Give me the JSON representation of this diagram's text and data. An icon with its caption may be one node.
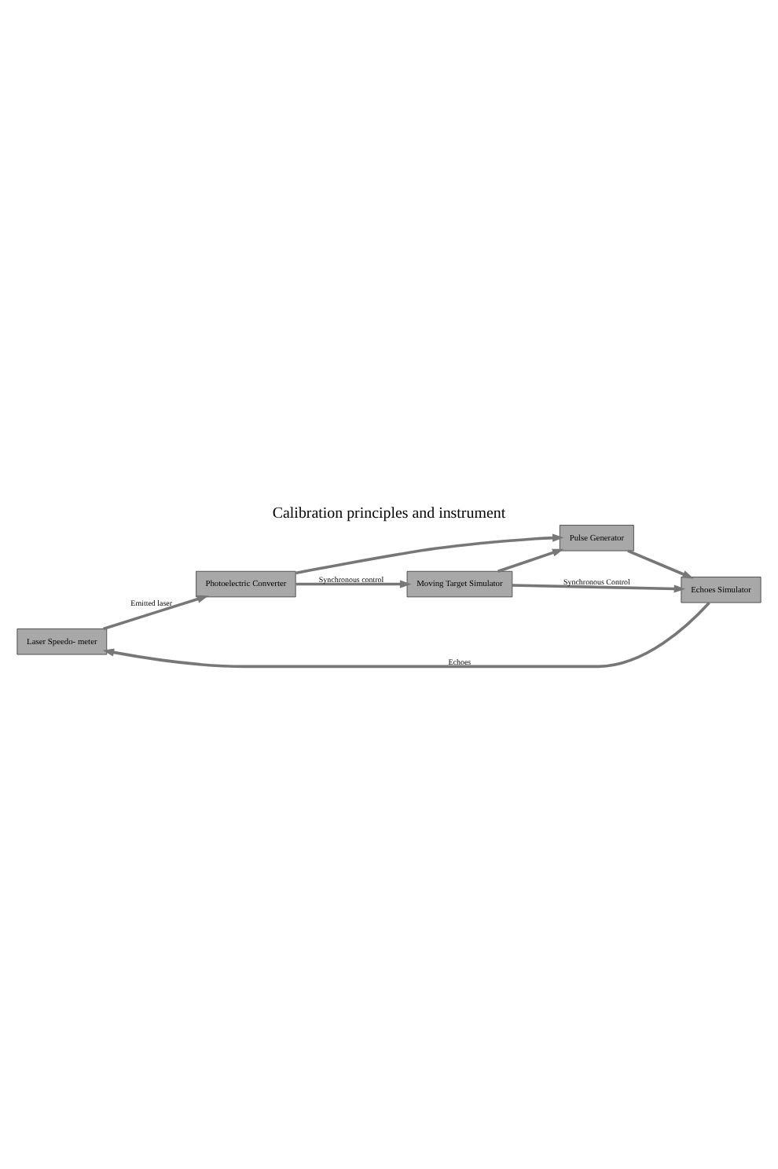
{
  "diagram": {
    "title": "Calibration principles and instrument",
    "nodes": [
      {
        "text": [
          "Laser Speedo- meter"
        ]
      },
      {
        "text": [
          "Photoelectric Converter"
        ]
      },
      {
        "text": [
          "Pulse Generator"
        ]
      },
      {
        "text": [
          "Echoes Simulator"
        ]
      },
      {
        "text": [
          "Moving Target Simulator"
        ]
      }
    ],
    "edges": [
      {
        "from": 0,
        "to": 1,
        "arrow": "to",
        "label": "Emitted laser"
      },
      {
        "from": 1,
        "to": 2,
        "arrow": "to"
      },
      {
        "from": 4,
        "to": 2,
        "arrow": "to"
      },
      {
        "from": 2,
        "to": 3,
        "arrow": "to"
      },
      {
        "from": 3,
        "to": 0,
        "arrow": "to",
        "label": "Echoes"
      },
      {
        "from": 1,
        "to": 4,
        "arrow": "to",
        "label": "Synchronous control"
      },
      {
        "from": 4,
        "to": 3,
        "arrow": "to",
        "label": "Synchronous Control"
      }
    ]
  }
}
